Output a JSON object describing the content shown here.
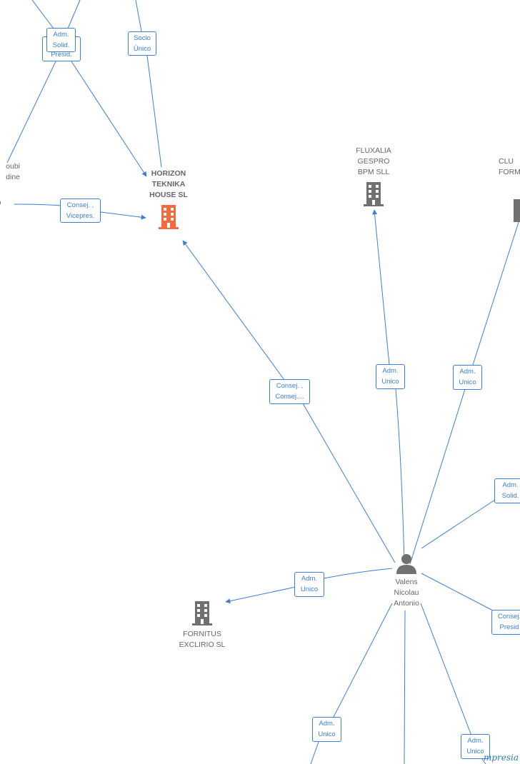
{
  "colors": {
    "edge": "#3a7fd5",
    "node_text": "#666666",
    "company_icon": "#707070",
    "focus_company_icon": "#f26a3d",
    "person_icon": "#707070"
  },
  "nodes": {
    "horizon": {
      "label": "HORIZON\nTEKNIKA\nHOUSE  SL",
      "icon": "building-icon-orange"
    },
    "fluxalia": {
      "label": "FLUXALIA\nGESPRO\nBPM SLL",
      "icon": "building-icon"
    },
    "clu_partial": {
      "label": "CLU\nFORM",
      "icon": "building-icon"
    },
    "fornitus": {
      "label": "FORNITUS\nEXCLIRIO  SL",
      "icon": "building-icon"
    },
    "valens": {
      "label": "Valens\nNicolau\nAntonio",
      "icon": "person-icon"
    },
    "left_person": {
      "label": "oubi\ndine",
      "icon": "person-icon"
    }
  },
  "edge_labels": {
    "adm_solid_top": "Adm.\nSolid.",
    "presid_top": "Presid.",
    "socio_unico": "Socio\nÚnico",
    "consej_vicepres": "Consej. ,\nVicepres.",
    "consej_consej": "Consej. ,\nConsej....",
    "adm_unico_fluxalia": "Adm.\nUnico",
    "adm_unico_clu": "Adm.\nUnico",
    "adm_solid_right": "Adm.\nSolid.",
    "adm_unico_fornitus": "Adm.\nUnico",
    "consej_presid_right": "Consej.\nPresid",
    "adm_unico_bottom_left": "Adm.\nUnico",
    "adm_unico_bottom_right": "Adm.\nUnico"
  },
  "watermark": "mpresia"
}
